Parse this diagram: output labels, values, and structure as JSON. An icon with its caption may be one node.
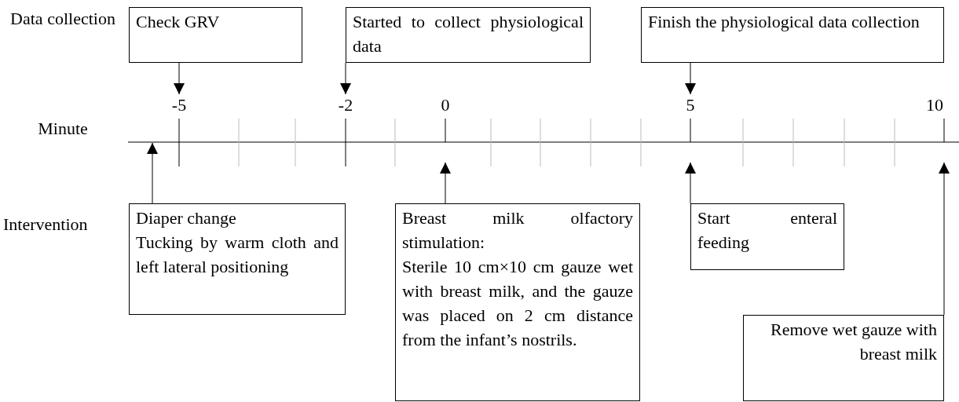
{
  "diagram": {
    "nodes": [
      {
        "text": [
          "Check GRV"
        ]
      },
      {
        "text": [
          "Started to collect physiological data"
        ]
      },
      {
        "text": [
          "Finish the physiological data collection"
        ]
      },
      {
        "text": [
          "Diaper change",
          "Tucking by warm cloth and left lateral positioning"
        ]
      },
      {
        "text": [
          "Breast milk olfactory stimulation:",
          "Sterile 10 cm×10 cm gauze wet with breast milk, and the gauze was placed on 2 cm distance from the infant’s nostrils."
        ]
      },
      {
        "text": [
          "Start enteral feeding"
        ]
      },
      {
        "text": [
          "Remove wet gauze with breast milk"
        ]
      },
      {
        "text": [
          "-5"
        ]
      },
      {
        "text": [
          "-2"
        ]
      },
      {
        "text": [
          "0"
        ]
      },
      {
        "text": [
          "5"
        ]
      },
      {
        "text": [
          "10"
        ]
      }
    ],
    "edges": [
      {
        "from": 0,
        "to": 7,
        "arrow": "to"
      },
      {
        "from": 1,
        "to": 8,
        "arrow": "to"
      },
      {
        "from": 2,
        "to": 10,
        "arrow": "to"
      },
      {
        "from": 3,
        "to": null,
        "arrow": "to"
      },
      {
        "from": 4,
        "to": null,
        "arrow": "to"
      },
      {
        "from": 5,
        "to": null,
        "arrow": "to"
      },
      {
        "from": 6,
        "to": null,
        "arrow": "to"
      }
    ],
    "labels": [
      "Data collection",
      "Minute",
      "Intervention"
    ]
  }
}
